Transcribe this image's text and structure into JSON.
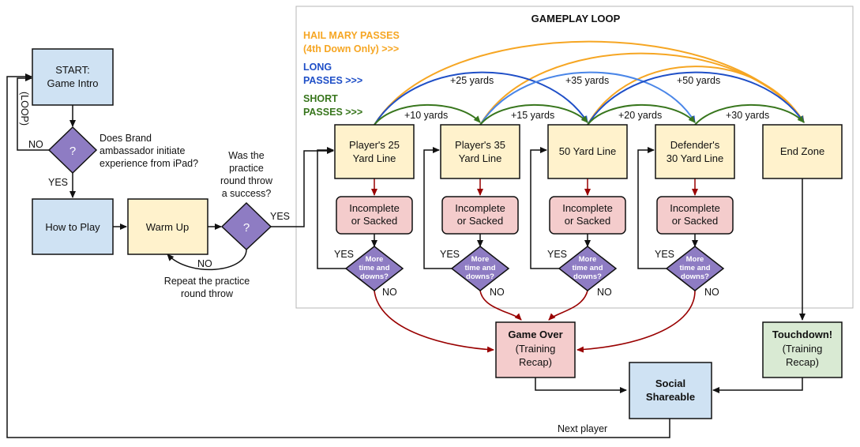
{
  "colors": {
    "blue_node": "#cfe2f3",
    "yellow_node": "#fff2cc",
    "pink_node": "#f4cccc",
    "green_node": "#d9ead3",
    "diamond": "#8e7cc3",
    "hail_mary": "#f6a623",
    "long": "#1f4fc7",
    "long_light": "#4a86e8",
    "short": "#38761d",
    "red": "#990000"
  },
  "diagram": {
    "frame_title": "GAMEPLAY  LOOP",
    "legend": {
      "hail_mary": [
        "HAIL MARY PASSES",
        "(4th Down Only) >>>"
      ],
      "long": [
        "LONG",
        "PASSES >>>"
      ],
      "short": [
        "SHORT",
        "PASSES >>>"
      ]
    },
    "nodes": {
      "start": [
        "START:",
        "Game Intro"
      ],
      "how_to_play": [
        "How to Play"
      ],
      "warm_up": [
        "Warm Up"
      ],
      "yard25": [
        "Player's 25",
        "Yard Line"
      ],
      "yard35": [
        "Player's 35",
        "Yard Line"
      ],
      "yard50": [
        "50 Yard Line"
      ],
      "def30": [
        "Defender's",
        "30 Yard Line"
      ],
      "endzone": [
        "End Zone"
      ],
      "incomplete": [
        "Incomplete",
        "or Sacked"
      ],
      "game_over_title": "Game Over",
      "game_over_sub": [
        "(Training",
        "Recap)"
      ],
      "touchdown_title": "Touchdown!",
      "touchdown_sub": [
        "(Training",
        "Recap)"
      ],
      "social": [
        "Social",
        "Shareable"
      ]
    },
    "diamonds": {
      "q": "?",
      "more_time": [
        "More",
        "time and",
        "downs?"
      ]
    },
    "questions": {
      "brand": [
        "Does Brand",
        "ambassador initiate",
        "experience from iPad?"
      ],
      "practice": [
        "Was the",
        "practice",
        "round throw",
        "a success?"
      ]
    },
    "labels": {
      "loop": "(LOOP)",
      "no": "NO",
      "yes": "YES",
      "repeat": [
        "Repeat the practice",
        "round throw"
      ],
      "next_player": "Next player",
      "plus10": "+10 yards",
      "plus15": "+15 yards",
      "plus20": "+20 yards",
      "plus30": "+30 yards",
      "plus25": "+25 yards",
      "plus35": "+35 yards",
      "plus50": "+50 yards"
    }
  }
}
